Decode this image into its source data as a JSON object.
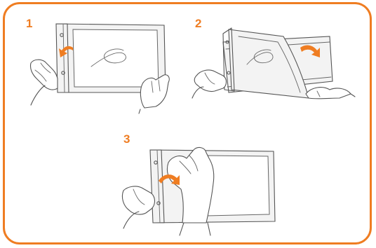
{
  "steps": [
    {
      "number": "1"
    },
    {
      "number": "2"
    },
    {
      "number": "3"
    }
  ],
  "colors": {
    "accent": "#ef7d22",
    "line": "#555555"
  }
}
